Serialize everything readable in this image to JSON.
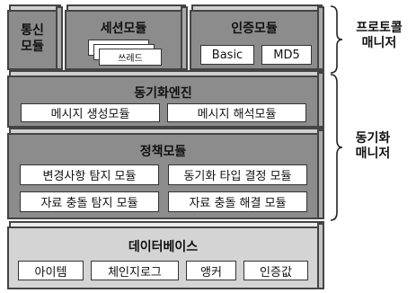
{
  "protocol_layer": {
    "comm_module": {
      "label_line1": "통신",
      "label_line2": "모듈"
    },
    "session_module": {
      "title": "세션모듈",
      "thread_label": "쓰레드"
    },
    "auth_module": {
      "title": "인증모듈",
      "basic": "Basic",
      "md5": "MD5"
    }
  },
  "sync_engine": {
    "title": "동기화엔진",
    "items": [
      "메시지 생성모듈",
      "메시지 해석모듈"
    ]
  },
  "policy_module": {
    "title": "정책모듈",
    "items": [
      "변경사항 탐지 모듈",
      "동기화 타입 결정 모듈",
      "자료 충돌 탐지 모듈",
      "자료 충돌 해결 모듈"
    ]
  },
  "database": {
    "title": "데이터베이스",
    "items": [
      "아이템",
      "체인지로그",
      "앵커",
      "인증값"
    ]
  },
  "managers": {
    "protocol": {
      "line1": "프로토콜",
      "line2": "매니저"
    },
    "sync": {
      "line1": "동기화",
      "line2": "매니저"
    }
  },
  "colors": {
    "dark_layer": "#8c8c8c",
    "light_layer": "#d4d4d4",
    "border": "#444444"
  }
}
